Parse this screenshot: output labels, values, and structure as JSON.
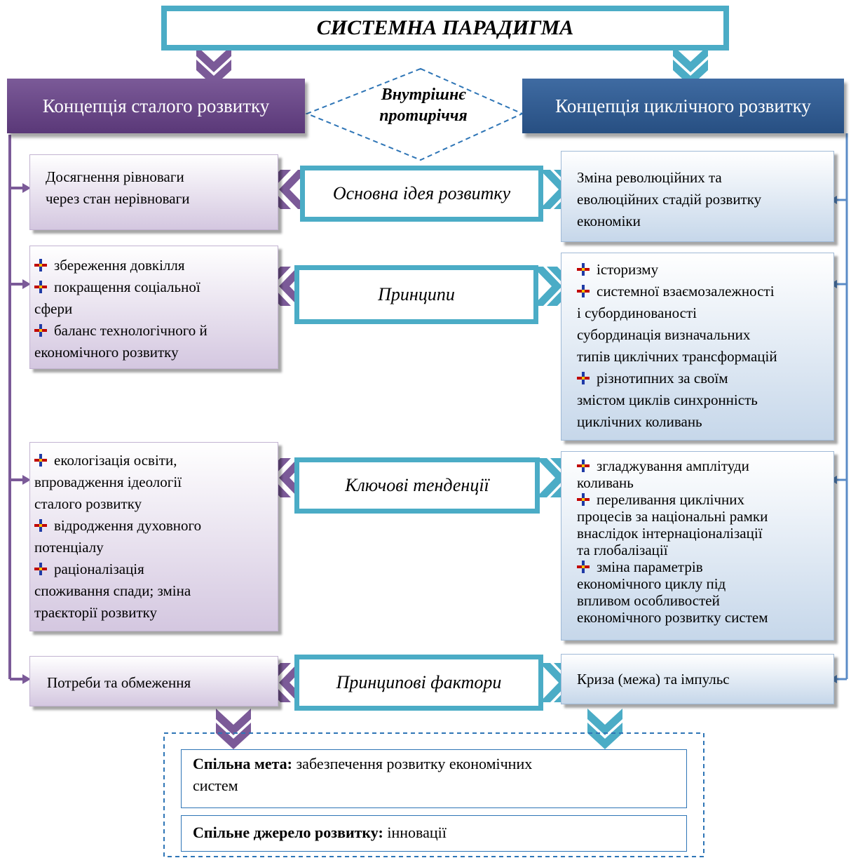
{
  "title": "СИСТЕМНА ПАРАДИГМА",
  "left_header": "Концепція сталого розвитку",
  "right_header": "Концепція циклічного  розвитку",
  "contradiction": [
    "Внутрішнє",
    "протиріччя"
  ],
  "rows": [
    {
      "center": "Основна ідея розвитку",
      "left": [
        "Досягнення рівноваги",
        "через стан нерівноваги"
      ],
      "right": [
        "Зміна революційних та",
        "еволюційних стадій розвитку",
        "економіки"
      ]
    },
    {
      "center": "Принципи",
      "left": [
        "збереження довкілля",
        "покращення соціальної",
        "сфери",
        "баланс технологічного й",
        "економічного розвитку"
      ],
      "right": [
        "історизму",
        "системної взаємозалежності",
        "і субординованості",
        "субординація визначальних",
        "типів циклічних трансформацій",
        "різнотипних за своїм",
        "змістом циклів синхронність",
        "циклічних коливань"
      ]
    },
    {
      "center": "Ключові тенденції",
      "left": [
        "екологізація освіти,",
        "впровадження ідеології",
        "сталого розвитку",
        "відродження духовного",
        "потенціалу",
        "раціоналізація",
        "споживання спади; зміна",
        "траєкторії розвитку"
      ],
      "right": [
        "згладжування амплітуди",
        "коливань",
        "переливання циклічних",
        "процесів за національні рамки",
        "внаслідок інтернаціоналізації",
        "та глобалізації",
        "зміна параметрів",
        "економічного циклу під",
        "впливом особливостей",
        "економічного розвитку систем"
      ]
    },
    {
      "center": "Принципові фактори",
      "left": [
        "Потреби та обмеження"
      ],
      "right": [
        "Криза (межа) та імпульс"
      ]
    }
  ],
  "common_goal_label": "Спільна мета:",
  "common_goal_text_1": " забезпечення розвитку економічних",
  "common_goal_text_2": "систем",
  "common_source_label": "Спільне джерело розвитку:",
  "common_source_text": " інновації",
  "colors": {
    "teal": "#4bacc6",
    "purple": "#7b5a98",
    "blue": "#3a67a0",
    "dark_blue": "#2e75b6"
  }
}
